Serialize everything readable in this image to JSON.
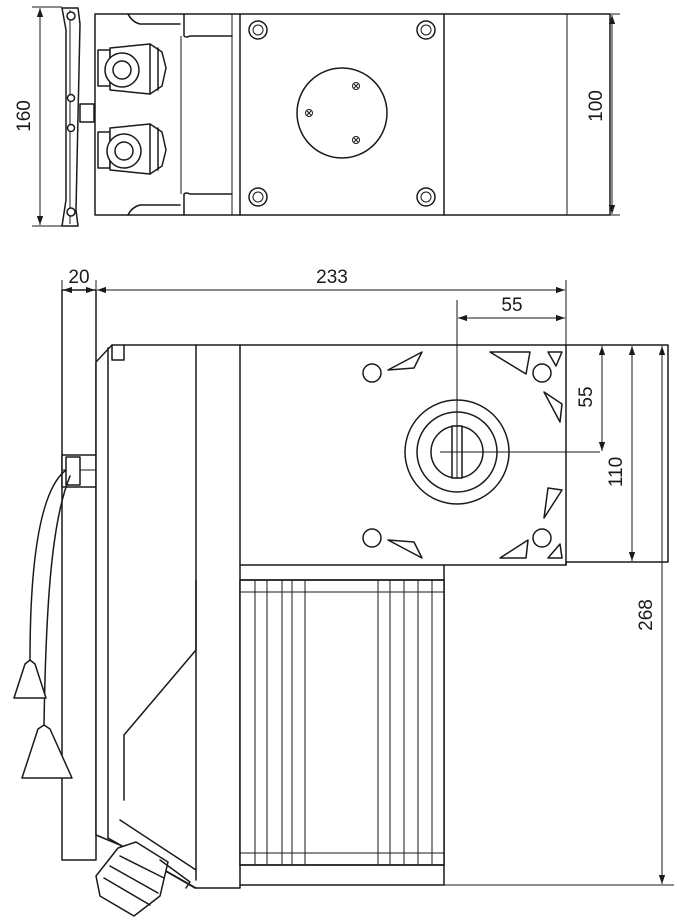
{
  "dimensions": {
    "top_height": "160",
    "top_width": "100",
    "side_mount": "20",
    "side_length": "233",
    "hub_horizontal": "55",
    "hub_vertical": "55",
    "upper_height": "110",
    "total_height": "268"
  }
}
